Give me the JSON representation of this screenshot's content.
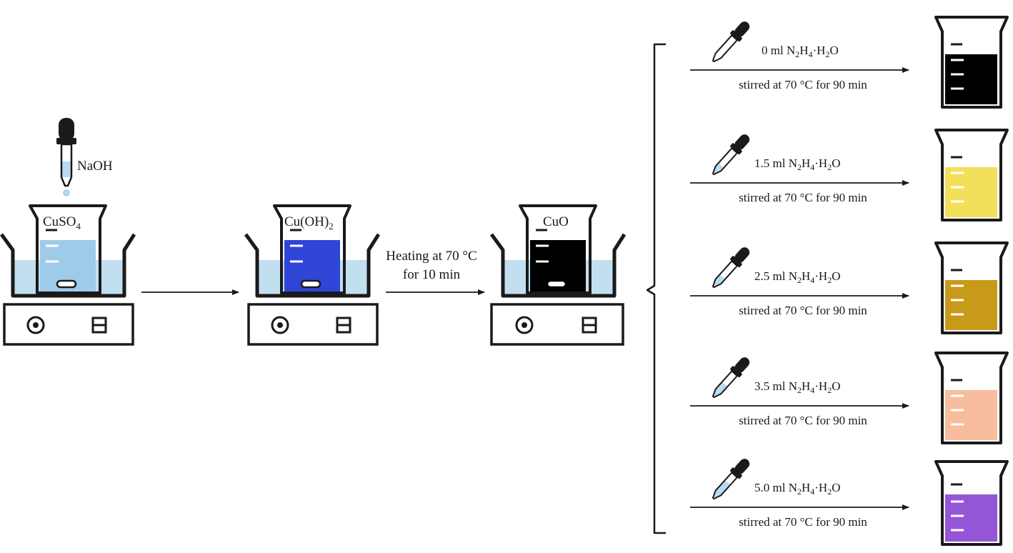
{
  "stages": [
    {
      "beaker_label": "CuSO",
      "beaker_label_sub": "4",
      "liquid_color": "#9ecbea",
      "has_dropper": true,
      "dropper_label": "NaOH"
    },
    {
      "beaker_label": "Cu(OH)",
      "beaker_label_sub": "2",
      "liquid_color": "#2f45d8",
      "has_dropper": false
    },
    {
      "beaker_label": "CuO",
      "beaker_label_sub": "",
      "liquid_color": "#000000",
      "has_dropper": false
    }
  ],
  "arrow_2_label_line1": "Heating at 70 °C",
  "arrow_2_label_line2": "for 10 min",
  "branches": [
    {
      "amount": "0 ml",
      "reagent_parts": [
        "N",
        "2",
        "H",
        "4",
        "·H",
        "2",
        "O"
      ],
      "condition": "stirred at 70 °C for 90 min",
      "color": "#000000"
    },
    {
      "amount": "1.5 ml",
      "reagent_parts": [
        "N",
        "2",
        "H",
        "4",
        "·H",
        "2",
        "O"
      ],
      "condition": "stirred at 70 °C for 90 min",
      "color": "#f2e05a"
    },
    {
      "amount": "2.5 ml",
      "reagent_parts": [
        "N",
        "2",
        "H",
        "4",
        "·H",
        "2",
        "O"
      ],
      "condition": "stirred at 70 °C for 90 min",
      "color": "#c89a1a"
    },
    {
      "amount": "3.5 ml",
      "reagent_parts": [
        "N",
        "2",
        "H",
        "4",
        "·H",
        "2",
        "O"
      ],
      "condition": "stirred at 70 °C for 90 min",
      "color": "#f7bd9e"
    },
    {
      "amount": "5.0 ml",
      "reagent_parts": [
        "N",
        "2",
        "H",
        "4",
        "·H",
        "2",
        "O"
      ],
      "condition": "stirred at 70 °C for 90 min",
      "color": "#9455d6"
    }
  ],
  "colors": {
    "stroke": "#1a1a1a",
    "bath_water": "#c2dff0",
    "dropper_liquid": "#b9dcf0"
  }
}
